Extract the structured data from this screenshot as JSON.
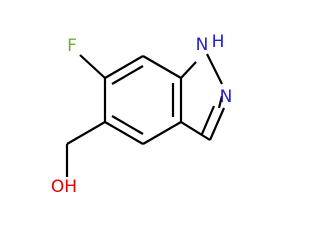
{
  "colors": {
    "background": "#ffffff",
    "bond": "#000000",
    "fluorine": "#70b030",
    "nitrogen": "#2020d0",
    "oxygen": "#e00000"
  },
  "atoms": {
    "fluorine": "F",
    "nh": "N",
    "nh_hydrogen": "H",
    "n": "N",
    "hydroxyl": "OH"
  }
}
